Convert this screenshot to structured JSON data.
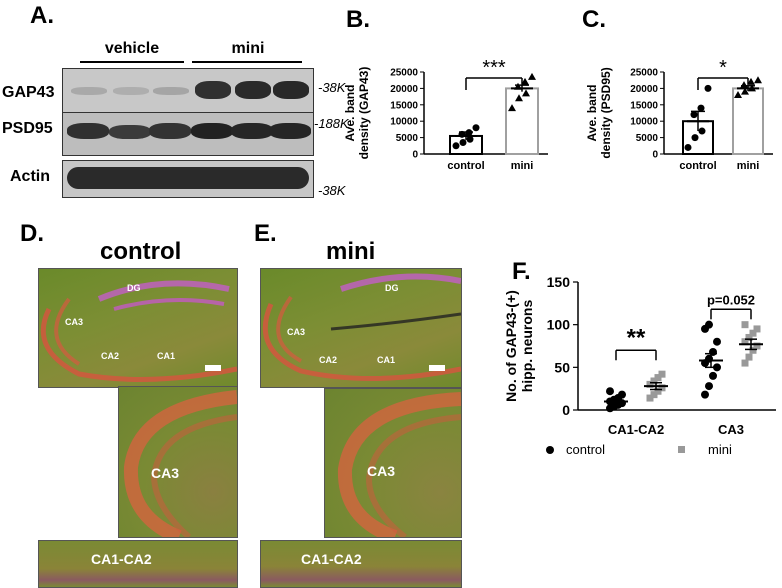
{
  "panels": {
    "a": "A.",
    "b": "B.",
    "c": "C.",
    "d": "D.",
    "e": "E.",
    "f": "F."
  },
  "blot": {
    "groups": [
      "vehicle",
      "mini"
    ],
    "rows": [
      "GAP43",
      "PSD95",
      "Actin"
    ],
    "mw": [
      "-38K",
      "-188K",
      "-38K"
    ]
  },
  "micrographs": {
    "control_title": "control",
    "mini_title": "mini",
    "region_labels": [
      "DG",
      "CA3",
      "CA2",
      "CA1"
    ],
    "insets": [
      "CA3",
      "CA1-CA2"
    ]
  },
  "chart_data": [
    {
      "type": "bar",
      "panel": "B",
      "ylabel": "Ave. band density (GAP43)",
      "categories": [
        "control",
        "mini"
      ],
      "values": [
        5500,
        20000
      ],
      "sem": [
        1200,
        1000
      ],
      "points": [
        [
          2500,
          3500,
          4500,
          6000,
          6500,
          8000
        ],
        [
          14000,
          17000,
          18500,
          20500,
          22000,
          23500
        ]
      ],
      "ylim": [
        0,
        25000
      ],
      "yticks": [
        0,
        5000,
        10000,
        15000,
        20000,
        25000
      ],
      "significance": "***",
      "bar_colors": [
        "#000000",
        "#a0a0a0"
      ]
    },
    {
      "type": "bar",
      "panel": "C",
      "ylabel": "Ave. band density (PSD95)",
      "categories": [
        "control",
        "mini"
      ],
      "values": [
        10000,
        20000
      ],
      "sem": [
        3000,
        800
      ],
      "points": [
        [
          2000,
          5000,
          7000,
          12000,
          14000,
          20000
        ],
        [
          18000,
          19000,
          20000,
          21000,
          22000,
          22500
        ]
      ],
      "ylim": [
        0,
        25000
      ],
      "yticks": [
        0,
        5000,
        10000,
        15000,
        20000,
        25000
      ],
      "significance": "*",
      "bar_colors": [
        "#000000",
        "#a0a0a0"
      ]
    },
    {
      "type": "scatter",
      "panel": "F",
      "ylabel": "No. of GAP43-(+) hipp. neurons",
      "categories": [
        "CA1-CA2",
        "CA3"
      ],
      "ylim": [
        0,
        150
      ],
      "yticks": [
        0,
        50,
        100,
        150
      ],
      "series": [
        {
          "name": "control",
          "color": "#000000",
          "marker": "circle",
          "mean": [
            10,
            58
          ],
          "sem": [
            3,
            8
          ],
          "points": [
            [
              2,
              4,
              6,
              8,
              10,
              12,
              14,
              18,
              22
            ],
            [
              18,
              28,
              40,
              50,
              55,
              60,
              68,
              80,
              95,
              100
            ]
          ]
        },
        {
          "name": "mini",
          "color": "#999999",
          "marker": "square",
          "mean": [
            28,
            77
          ],
          "sem": [
            4,
            6
          ],
          "points": [
            [
              14,
              18,
              22,
              26,
              30,
              34,
              38,
              42
            ],
            [
              55,
              62,
              70,
              75,
              80,
              85,
              90,
              95,
              100
            ]
          ]
        }
      ],
      "annotations": [
        "**",
        "p=0.052"
      ],
      "legend": "bottom"
    }
  ]
}
